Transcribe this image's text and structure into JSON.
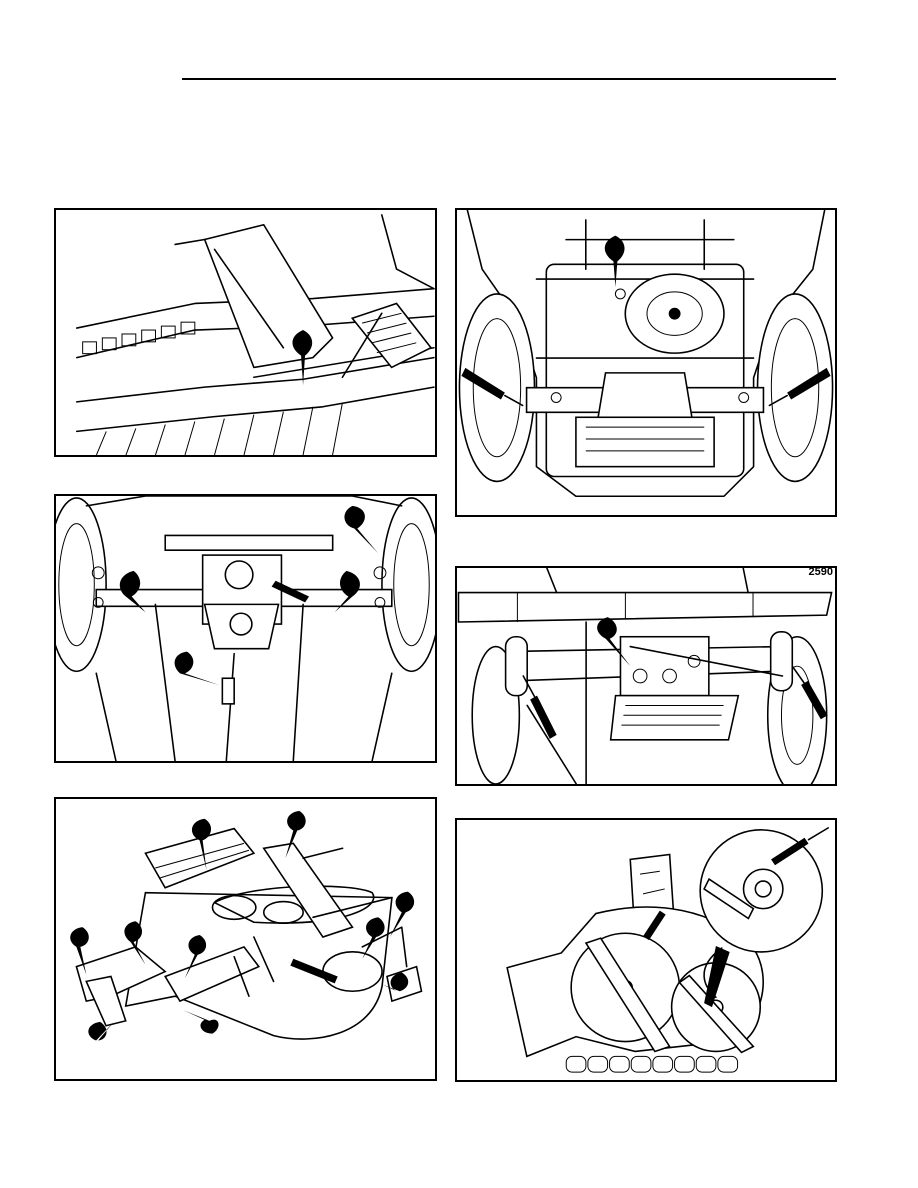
{
  "page": {
    "figure_code": "2590"
  },
  "figures": [
    {
      "id": "fig-chassis-oil-point",
      "grease_points": 1
    },
    {
      "id": "fig-rear-axle-underside",
      "grease_points": 3
    },
    {
      "id": "fig-front-axle-underside",
      "grease_points": 4
    },
    {
      "id": "fig-front-axle-side",
      "grease_points": 3
    },
    {
      "id": "fig-mower-deck",
      "grease_points": 11
    },
    {
      "id": "fig-blade-spindles",
      "grease_points": 3
    }
  ],
  "colors": {
    "ink": "#000000",
    "paper": "#ffffff"
  },
  "icons": [
    "oil-can-drop-icon",
    "grease-gun-nozzle-icon"
  ]
}
